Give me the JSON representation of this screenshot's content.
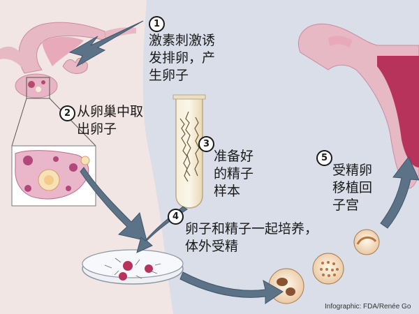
{
  "steps": [
    {
      "number": "1",
      "text": "激素刺激诱\n发排卵，产\n生卵子"
    },
    {
      "number": "2",
      "text": "从卵巢中取\n出卵子"
    },
    {
      "number": "3",
      "text": "准备好\n的精子\n样本"
    },
    {
      "number": "4",
      "text": "卵子和精子一起培养，\n体外受精"
    },
    {
      "number": "5",
      "text": "受精卵\n移植回\n子宫"
    }
  ],
  "credit": "Infographic: FDA/Renée Go",
  "colors": {
    "body_skin": "#f1e6e4",
    "background": "#d9dee8",
    "uterus_pink": "#e7b9c4",
    "uterus_dark": "#b8335b",
    "arrow_blue": "#5c7387",
    "egg_pink": "#c67a9a",
    "sperm_tube": "#efe3c2"
  }
}
